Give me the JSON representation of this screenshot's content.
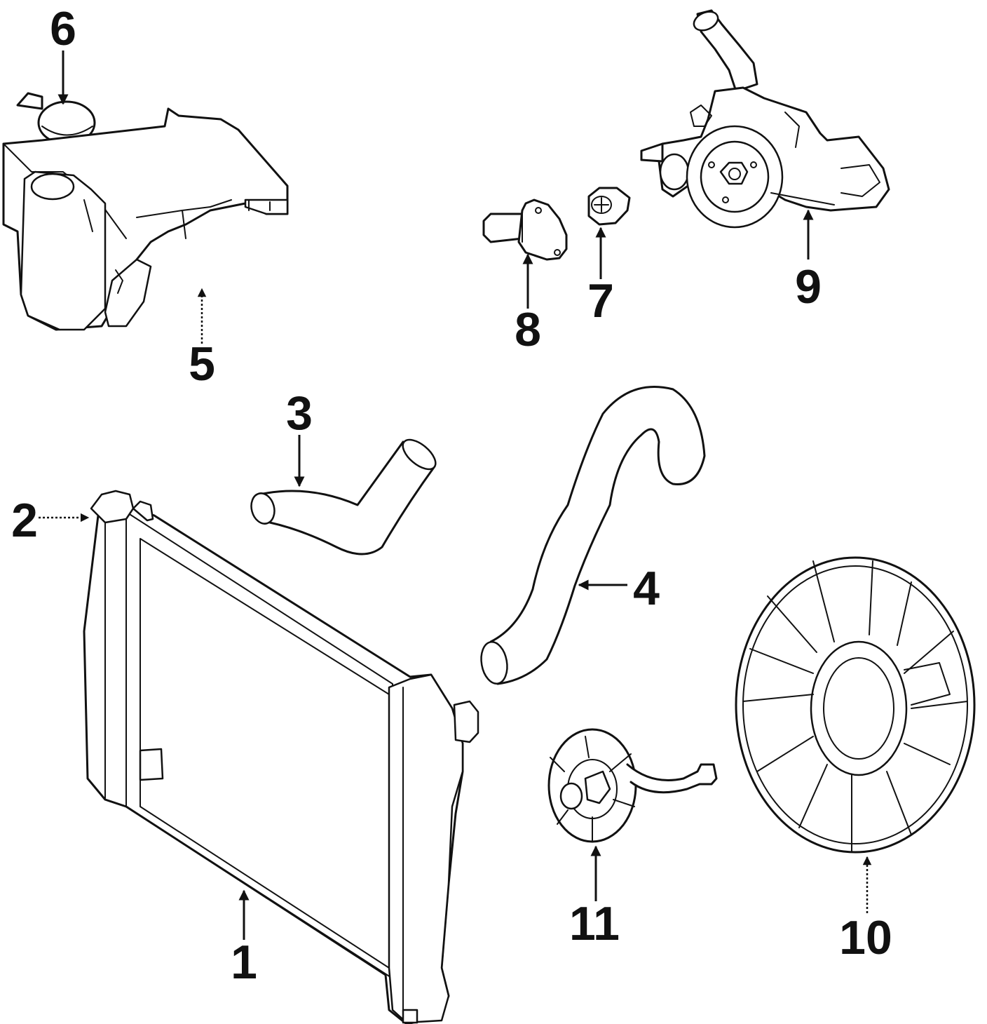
{
  "parts": [
    {
      "ref": "1"
    },
    {
      "ref": "2"
    },
    {
      "ref": "3"
    },
    {
      "ref": "4"
    },
    {
      "ref": "5"
    },
    {
      "ref": "6"
    },
    {
      "ref": "7"
    },
    {
      "ref": "8"
    },
    {
      "ref": "9"
    },
    {
      "ref": "10"
    },
    {
      "ref": "11"
    }
  ],
  "colors": {
    "line": "#111111",
    "background": "#ffffff"
  }
}
